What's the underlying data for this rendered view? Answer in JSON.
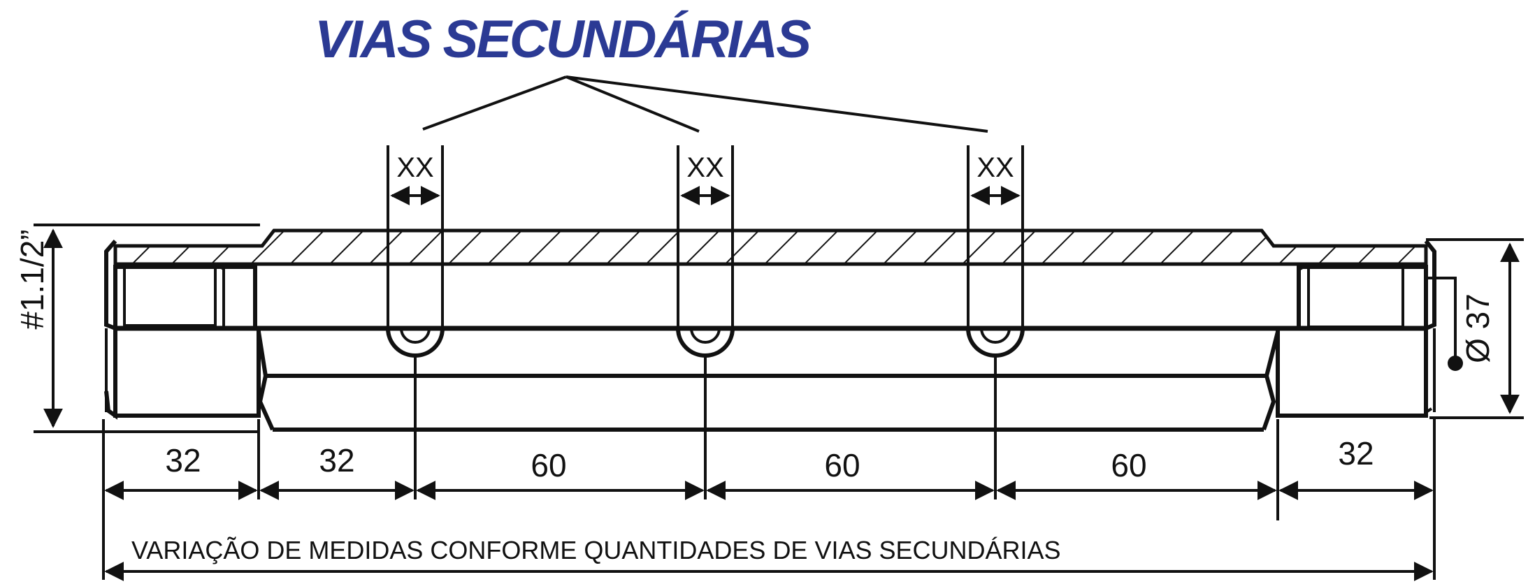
{
  "title": "VIAS SECUNDÁRIAS",
  "colors": {
    "title": "#2b3a94",
    "line": "#111111"
  },
  "outlet_width_label": "XX",
  "dimensions": {
    "thread": "#1.1/2”",
    "diameter": "Ø 37",
    "segments": [
      "32",
      "32",
      "60",
      "60",
      "60",
      "32"
    ]
  },
  "note": "VARIAÇÃO DE MEDIDAS CONFORME QUANTIDADES DE VIAS SECUNDÁRIAS"
}
